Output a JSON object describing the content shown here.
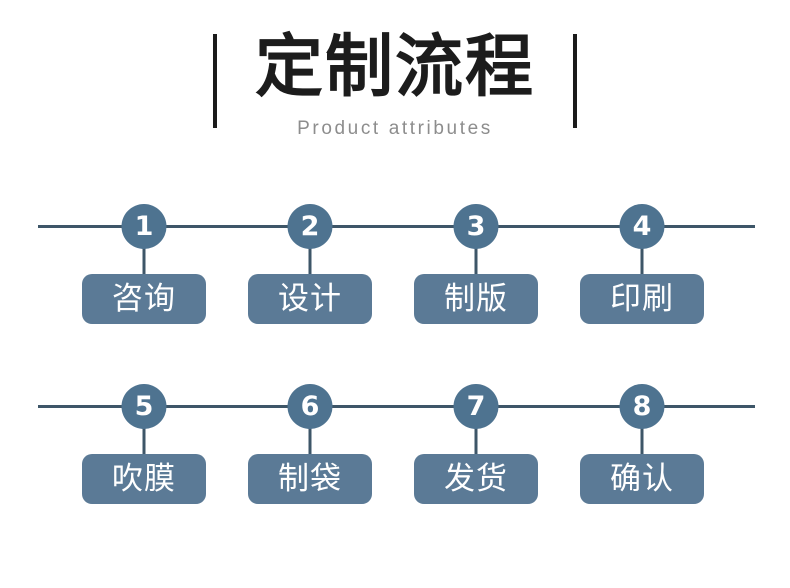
{
  "header": {
    "title": "定制流程",
    "subtitle": "Product attributes"
  },
  "theme": {
    "background": "#ffffff",
    "title_color": "#1c1c1c",
    "subtitle_color": "#8d8d8d",
    "divider_color": "#1b1b1b",
    "rail_color": "#3e5668",
    "circle_color": "#4e7390",
    "box_color": "#5b7a96",
    "on_accent_text": "#ffffff"
  },
  "flow": {
    "rows": [
      {
        "steps": [
          {
            "number": "1",
            "label": "咨询"
          },
          {
            "number": "2",
            "label": "设计"
          },
          {
            "number": "3",
            "label": "制版"
          },
          {
            "number": "4",
            "label": "印刷"
          }
        ]
      },
      {
        "steps": [
          {
            "number": "5",
            "label": "吹膜"
          },
          {
            "number": "6",
            "label": "制袋"
          },
          {
            "number": "7",
            "label": "发货"
          },
          {
            "number": "8",
            "label": "确认"
          }
        ]
      }
    ]
  }
}
